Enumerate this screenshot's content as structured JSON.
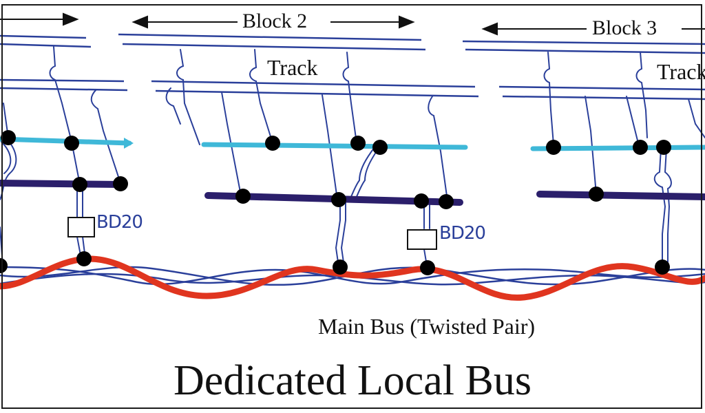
{
  "title": "Dedicated Local Bus",
  "labels": {
    "block2": "Block 2",
    "block3": "Block 3",
    "track_left": "Track",
    "track_right": "Track",
    "main_bus": "Main Bus (Twisted Pair)",
    "bd_left": "BD20",
    "bd_right": "BD20"
  },
  "colors": {
    "wire": "#2a3f9a",
    "cyan_bus": "#3fb8d8",
    "purple_bus": "#2b1f6b",
    "red_bus": "#e0351f",
    "junction": "#000000"
  }
}
